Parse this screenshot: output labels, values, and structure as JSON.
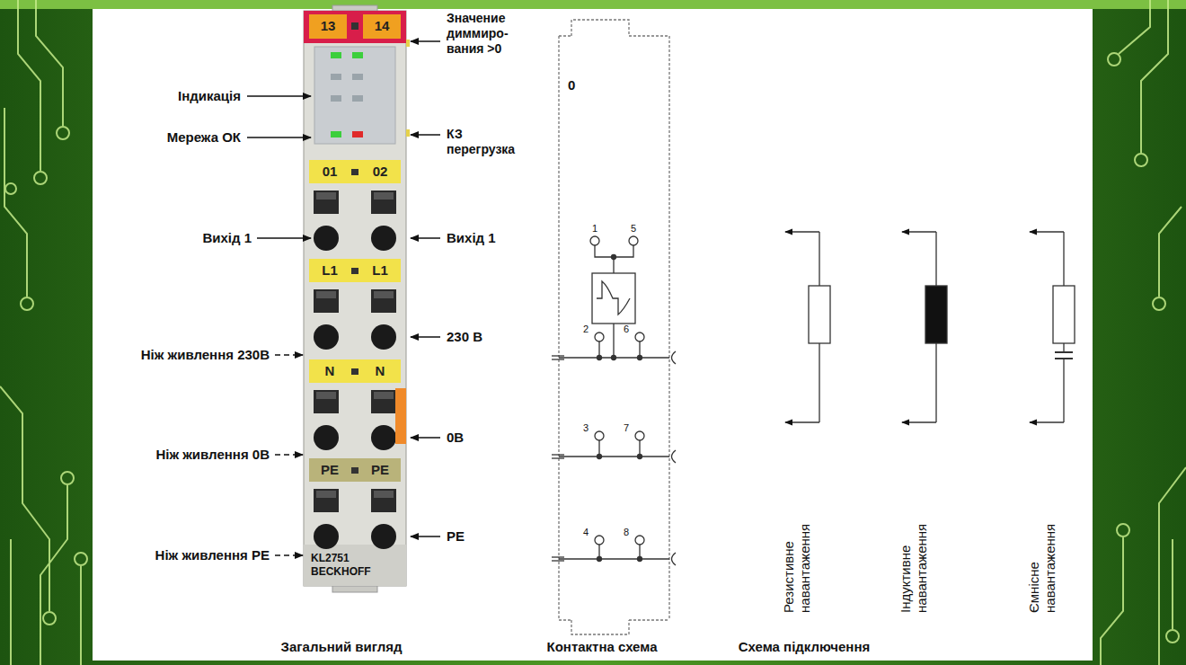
{
  "diagram": {
    "labels": [
      "13",
      "14",
      "01",
      "02",
      "L1",
      "L1",
      "N",
      "N",
      "PE",
      "PE",
      "KL2751",
      "BECKHOFF",
      "Індикація",
      "Мережа ОК",
      "Вихід 1",
      "Ніж живлення 230В",
      "Ніж живлення 0В",
      "Ніж живлення РЕ",
      "Значение диммиро- вания >0",
      "КЗ перегрузка",
      "Вихід 1",
      "230 В",
      "0В",
      "PE",
      "0",
      "1",
      "5",
      "2",
      "6",
      "3",
      "7",
      "4",
      "8",
      "Резистивне навантаження",
      "Індуктивне навантаження",
      "Ємнісне навантаження",
      "Загальний вигляд",
      "Контактна схема",
      "Схема підключення"
    ]
  }
}
